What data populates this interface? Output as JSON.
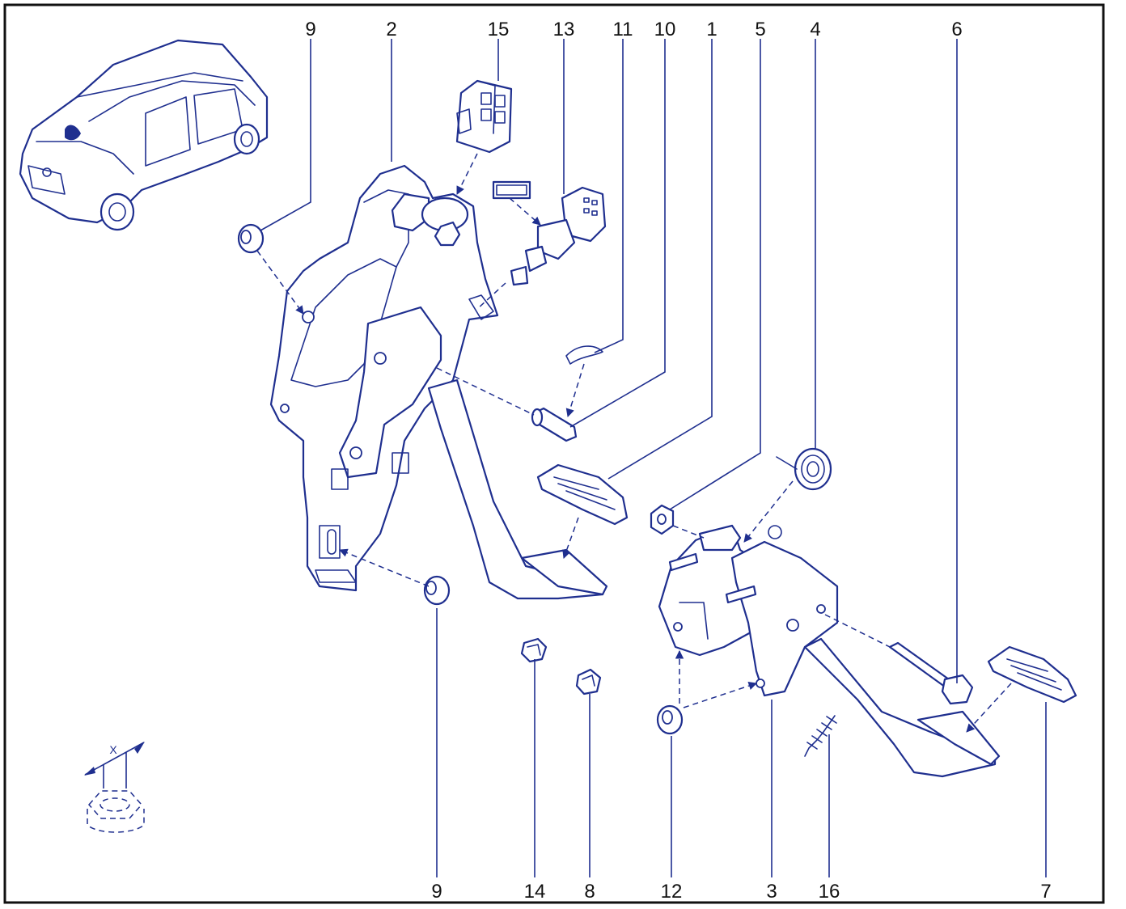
{
  "figure": {
    "callouts_top": [
      "9",
      "2",
      "15",
      "13",
      "11",
      "10",
      "1",
      "5",
      "4",
      "6"
    ],
    "callouts_bottom": [
      "9",
      "14",
      "8",
      "12",
      "3",
      "16",
      "7"
    ],
    "dimension_label": "X"
  },
  "colors": {
    "line": "#1f2f8f",
    "frame": "#111111",
    "background": "#ffffff"
  }
}
